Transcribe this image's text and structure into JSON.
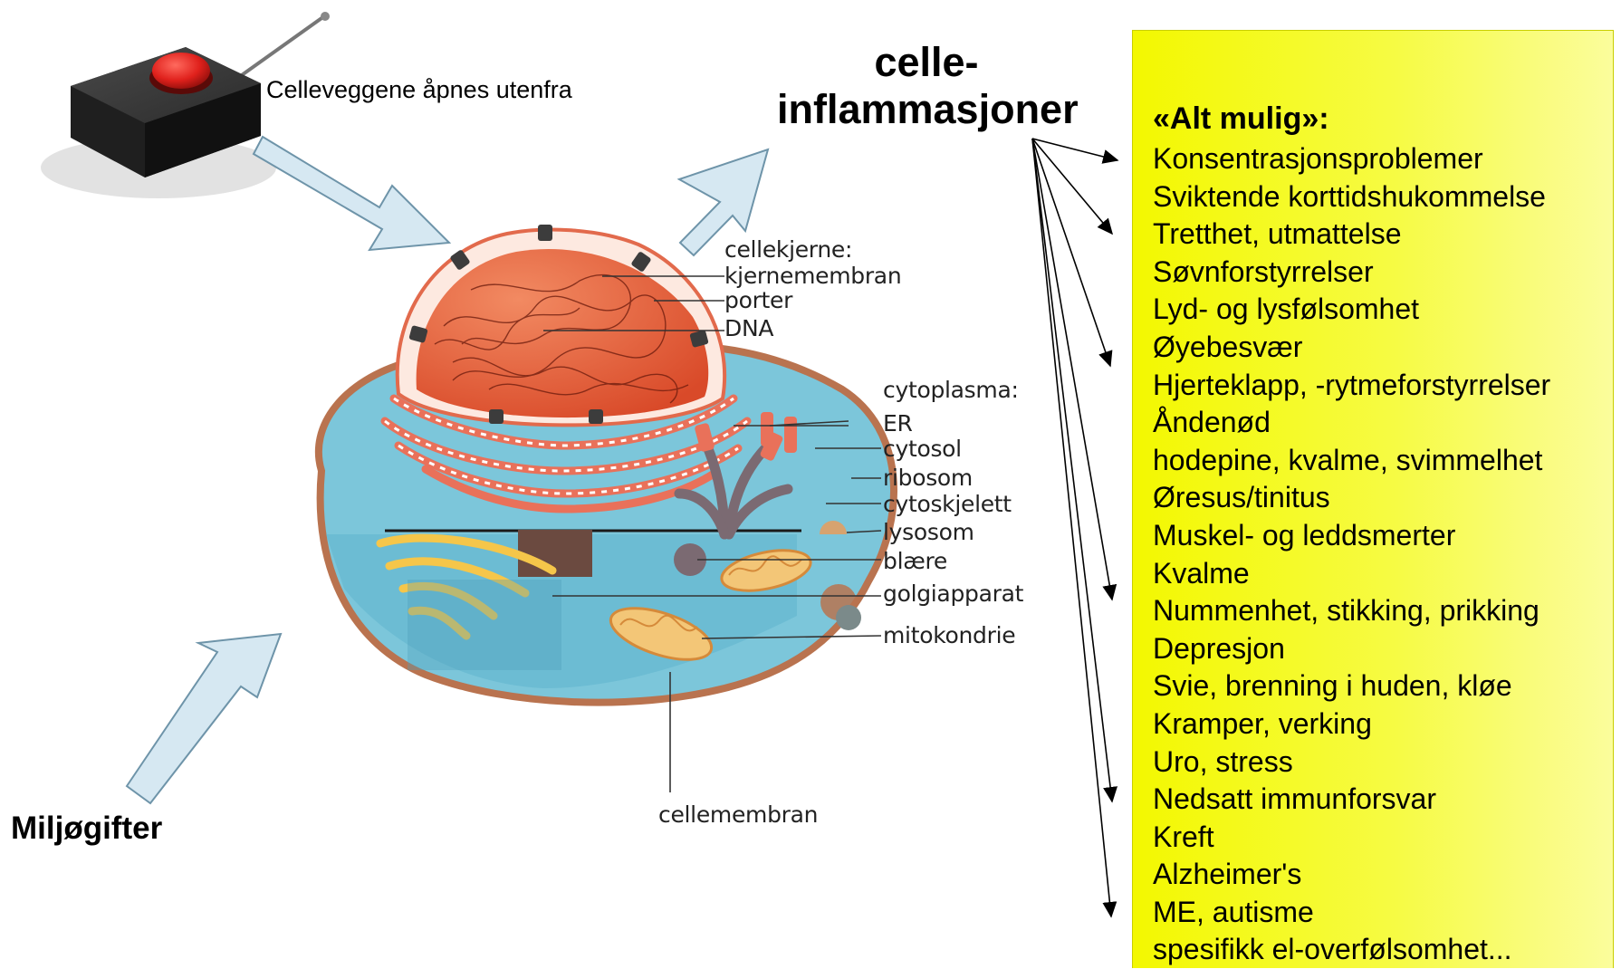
{
  "title_lines": [
    "celle-",
    "inflammasjoner"
  ],
  "remote_caption": "Celleveggene åpnes utenfra",
  "environment_label": "Miljøgifter",
  "panel": {
    "heading": "«Alt mulig»:",
    "items": [
      "Konsentrasjonsproblemer",
      "Sviktende korttidshukommelse",
      "Tretthet, utmattelse",
      "Søvnforstyrrelser",
      "Lyd- og lysfølsomhet",
      "Øyebesvær",
      "Hjerteklapp, -rytmeforstyrrelser",
      "Åndenød",
      "hodepine, kvalme, svimmelhet",
      "Øresus/tinitus",
      "Muskel- og leddsmerter",
      "Kvalme",
      "Nummenhet, stikking, prikking",
      "Depresjon",
      "Svie, brenning i huden, kløe",
      "Kramper, verking",
      "Uro, stress",
      "Nedsatt immunforsvar",
      "Kreft",
      "Alzheimer's",
      "ME, autisme",
      "spesifikk el-overfølsomhet..."
    ]
  },
  "cell_labels": {
    "nucleus_heading": "cellekjerne:",
    "nuclear_membrane": "kjernemembran",
    "pores": "porter",
    "dna": "DNA",
    "cytoplasm_heading": "cytoplasma:",
    "er": "ER",
    "cytosol": "cytosol",
    "ribosome": "ribosom",
    "cytoskeleton": "cytoskjelett",
    "lysosome": "lysosom",
    "vesicle": "blære",
    "golgi": "golgiapparat",
    "mitochondrion": "mitokondrie",
    "cell_membrane": "cellemembran"
  },
  "colors": {
    "arrow_fill": "#d6e8f2",
    "arrow_stroke": "#6e94a9",
    "panel_yellow": "#f4f900",
    "cytoplasm": "#7cc6da",
    "membrane": "#b9734f",
    "nucleus": "#e4603c",
    "button_red": "#e0211c"
  },
  "icons": [
    "remote-button-device-icon"
  ]
}
